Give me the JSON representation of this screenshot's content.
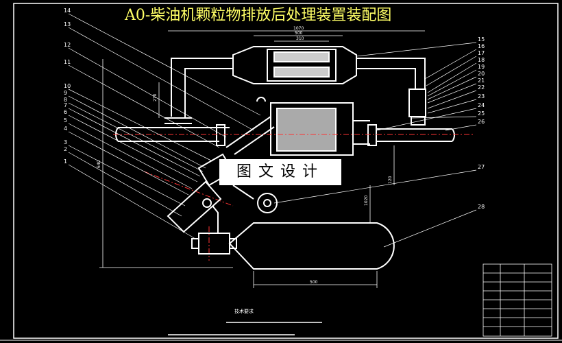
{
  "title": "A0-柴油机颗粒物排放后处理装置装配图",
  "watermark": "图文设计",
  "footer_label": "技术要求",
  "callouts": {
    "left": [
      "14",
      "13",
      "12",
      "11",
      "10",
      "9",
      "8",
      "7",
      "6",
      "5",
      "4",
      "3",
      "2",
      "1"
    ],
    "right": [
      "15",
      "16",
      "17",
      "18",
      "19",
      "20",
      "21",
      "22",
      "23",
      "24",
      "25",
      "26",
      "27",
      "28"
    ]
  },
  "dimensions": {
    "overall_width": "1070",
    "filter_length": "500",
    "filter_core": "310",
    "bottom_tank_length": "500",
    "tank_height": "1020",
    "left_vertical": "270",
    "left_height": "640",
    "right_height": "120"
  },
  "colors": {
    "background": "#000000",
    "line": "#ffffff",
    "title": "#ffff66",
    "centerline": "#ff3333",
    "dimension": "#ffffff"
  }
}
